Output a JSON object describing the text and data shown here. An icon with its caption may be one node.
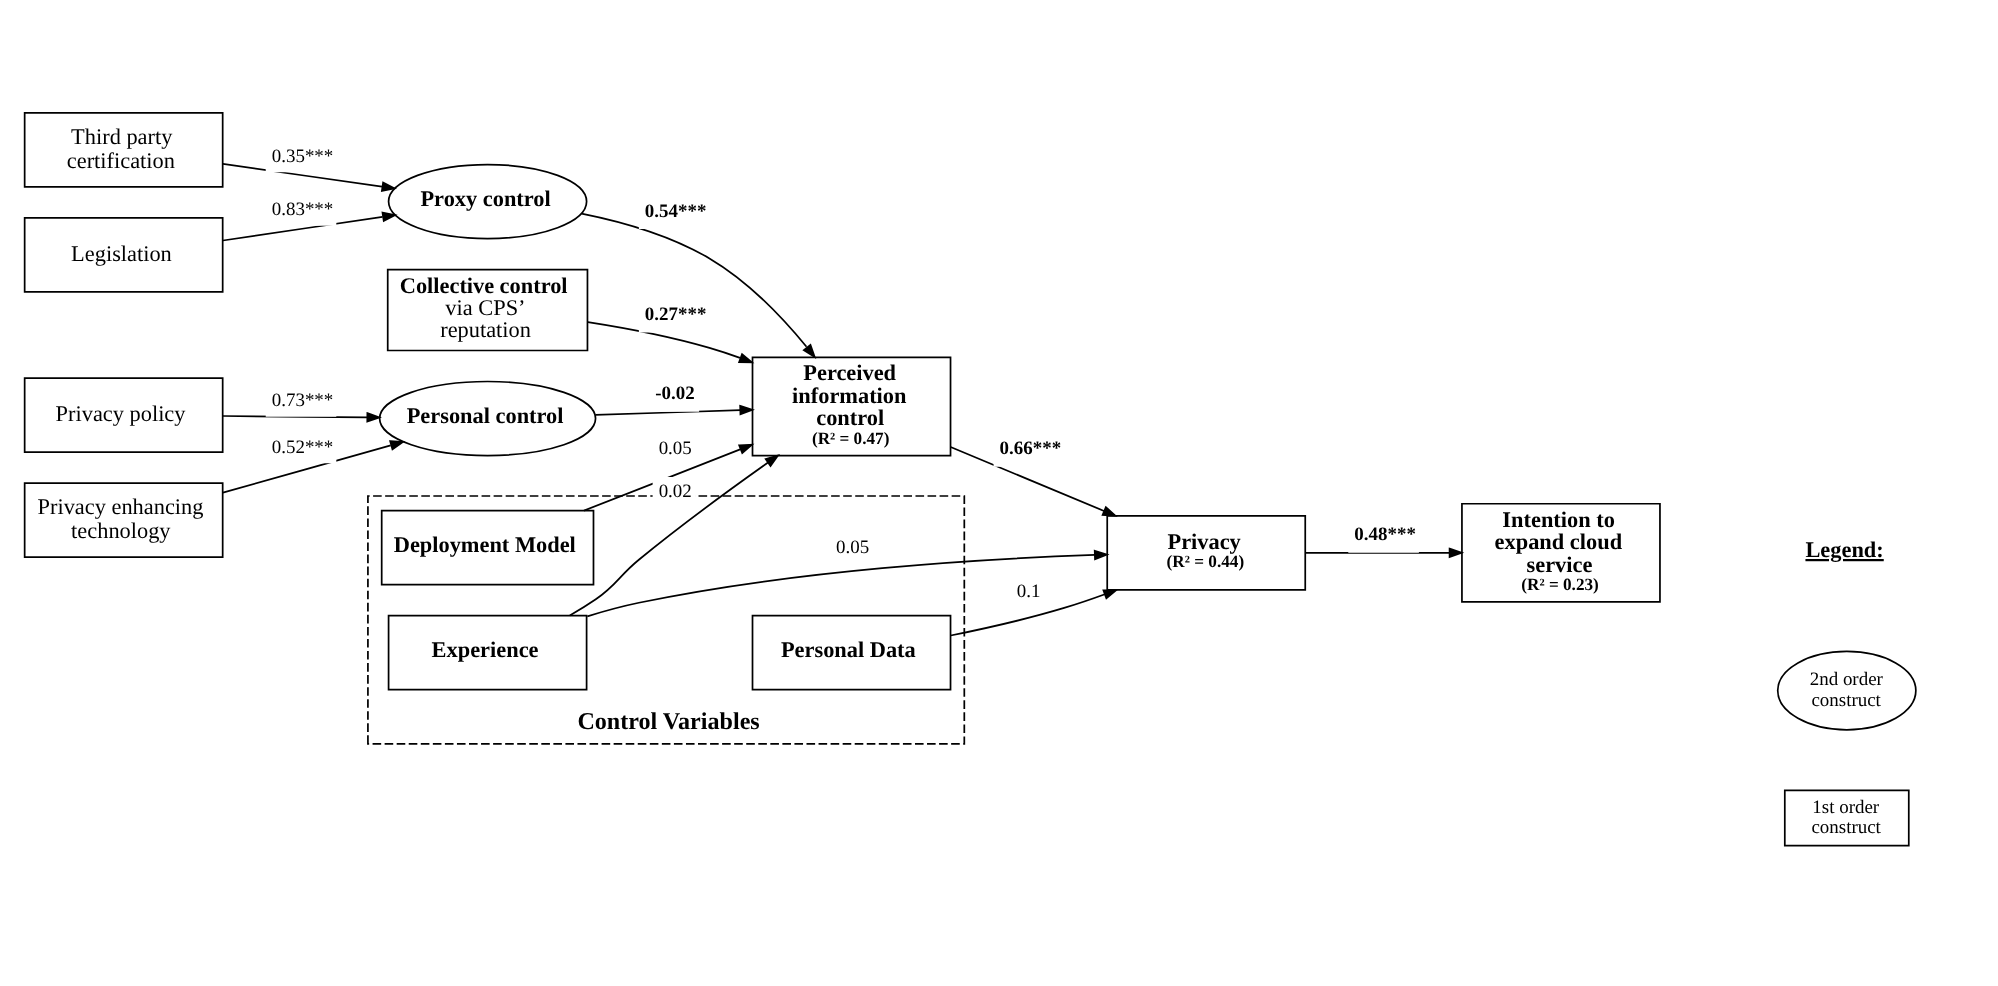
{
  "diagram": {
    "nodes": [
      {
        "text": [
          "Privacy policy"
        ]
      },
      {
        "text": [
          "Privacy enhancing technology"
        ]
      },
      {
        "text": [
          "Personal control"
        ]
      },
      {
        "text": [
          "Third party certification"
        ]
      },
      {
        "text": [
          "Legislation"
        ]
      },
      {
        "text": [
          "Proxy control"
        ]
      },
      {
        "text": [
          "Perceived information control",
          "(R² = 0.47)"
        ]
      },
      {
        "text": [
          "Privacy",
          "(R² = 0.44)"
        ]
      },
      {
        "text": [
          "Intention to expand cloud service",
          "(R² = 0.23)"
        ]
      },
      {
        "text": [
          "**Collective control** via CPS’ reputation"
        ]
      },
      {
        "text": [
          "Control Variables"
        ]
      },
      {
        "text": [
          "Deployment Model"
        ],
        "in": 10
      },
      {
        "text": [
          "Experience"
        ],
        "in": 10
      },
      {
        "text": [
          "Personal Data"
        ],
        "in": 10
      }
    ],
    "edges": [
      {
        "from": 0,
        "to": 2,
        "arrow": "to",
        "label": "0.73***"
      },
      {
        "from": 1,
        "to": 2,
        "arrow": "to",
        "label": "0.52***"
      },
      {
        "from": 2,
        "to": 6,
        "arrow": "to",
        "label": "-0.02"
      },
      {
        "from": 3,
        "to": 5,
        "arrow": "to",
        "label": "0.35***"
      },
      {
        "from": 4,
        "to": 5,
        "arrow": "to",
        "label": "0.83***"
      },
      {
        "from": 5,
        "to": 6,
        "arrow": "to",
        "label": "0.54***"
      },
      {
        "from": 9,
        "to": 6,
        "arrow": "to",
        "label": "0.27***"
      },
      {
        "from": 6,
        "to": 7,
        "arrow": "to",
        "label": "0.66***"
      },
      {
        "from": 7,
        "to": 8,
        "arrow": "to",
        "label": "0.48***"
      },
      {
        "from": 11,
        "to": 6,
        "arrow": "to",
        "label": "0.05"
      },
      {
        "from": 12,
        "to": 6,
        "arrow": "to",
        "label": "0.02"
      },
      {
        "from": 12,
        "to": 7,
        "arrow": "to",
        "label": "0.05"
      },
      {
        "from": 13,
        "to": 7,
        "arrow": "to",
        "label": "0.1"
      }
    ],
    "labels": [
      "Legend:"
    ],
    "legend": [
      {
        "text": "2nd order construct"
      },
      {
        "text": "1st order construct"
      }
    ]
  }
}
